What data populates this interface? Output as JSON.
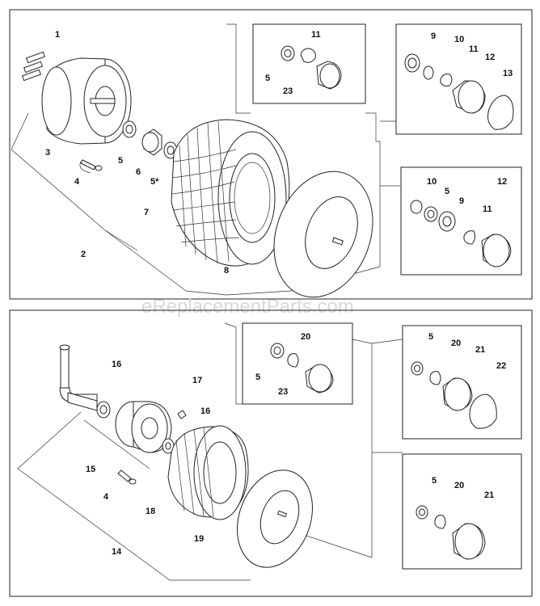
{
  "watermark": "eReplacementParts.com",
  "top_section": {
    "labels": {
      "n1": "1",
      "n2": "2",
      "n3": "3",
      "n4": "4",
      "n5a": "5",
      "n6": "6",
      "n5star": "5*",
      "n7": "7",
      "n8": "8",
      "b1_n11": "11",
      "b1_n5": "5",
      "b1_n23": "23",
      "b2_n9": "9",
      "b2_n10": "10",
      "b2_n11": "11",
      "b2_n12": "12",
      "b2_n13": "13",
      "b3_n10": "10",
      "b3_n5": "5",
      "b3_n9": "9",
      "b3_n11": "11",
      "b3_n12": "12"
    }
  },
  "bottom_section": {
    "labels": {
      "n16a": "16",
      "n17": "17",
      "n16b": "16",
      "n15": "15",
      "n4": "4",
      "n18": "18",
      "n19": "19",
      "n14": "14",
      "b4_n20": "20",
      "b4_n5": "5",
      "b4_n23": "23",
      "b5_n5": "5",
      "b5_n20": "20",
      "b5_n21": "21",
      "b5_n22": "22",
      "b6_n5": "5",
      "b6_n20": "20",
      "b6_n21": "21"
    }
  }
}
